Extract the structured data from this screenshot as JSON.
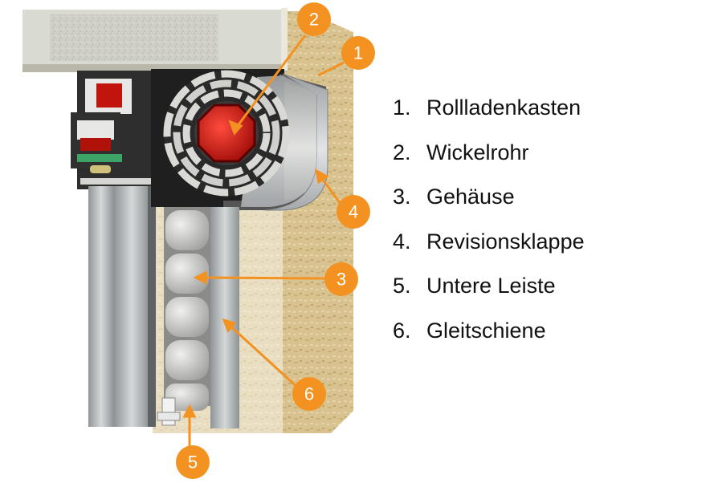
{
  "diagram": {
    "accent_color": "#f39221",
    "callouts": [
      {
        "num": "1",
        "label": "Rollladenkasten"
      },
      {
        "num": "2",
        "label": "Wickelrohr"
      },
      {
        "num": "3",
        "label": "Gehäuse"
      },
      {
        "num": "4",
        "label": "Revisionsklappe"
      },
      {
        "num": "5",
        "label": "Untere Leiste"
      },
      {
        "num": "6",
        "label": "Gleitschiene"
      }
    ]
  },
  "legend": {
    "items": [
      {
        "num": "1.",
        "label": "Rollladenkasten"
      },
      {
        "num": "2.",
        "label": "Wickelrohr"
      },
      {
        "num": "3.",
        "label": "Gehäuse"
      },
      {
        "num": "4.",
        "label": "Revisionsklappe"
      },
      {
        "num": "5.",
        "label": "Untere Leiste"
      },
      {
        "num": "6.",
        "label": "Gleitschiene"
      }
    ]
  }
}
